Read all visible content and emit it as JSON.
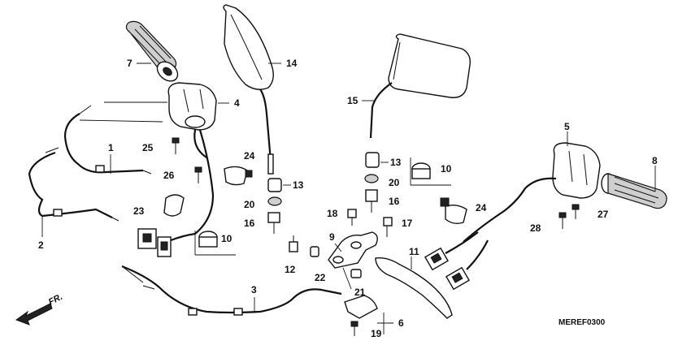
{
  "parts": {
    "p1": "1",
    "p2": "2",
    "p3": "3",
    "p4": "4",
    "p5": "5",
    "p6": "6",
    "p7": "7",
    "p8": "8",
    "p9": "9",
    "p10a": "10",
    "p10b": "10",
    "p11": "11",
    "p12": "12",
    "p13a": "13",
    "p13b": "13",
    "p14": "14",
    "p15": "15",
    "p16a": "16",
    "p16b": "16",
    "p17": "17",
    "p18": "18",
    "p19": "19",
    "p20a": "20",
    "p20b": "20",
    "p21": "21",
    "p22": "22",
    "p23": "23",
    "p24a": "24",
    "p24b": "24",
    "p25": "25",
    "p26": "26",
    "p27": "27",
    "p28": "28"
  },
  "front_label": "FR.",
  "diagram_code": "MEREF0300"
}
